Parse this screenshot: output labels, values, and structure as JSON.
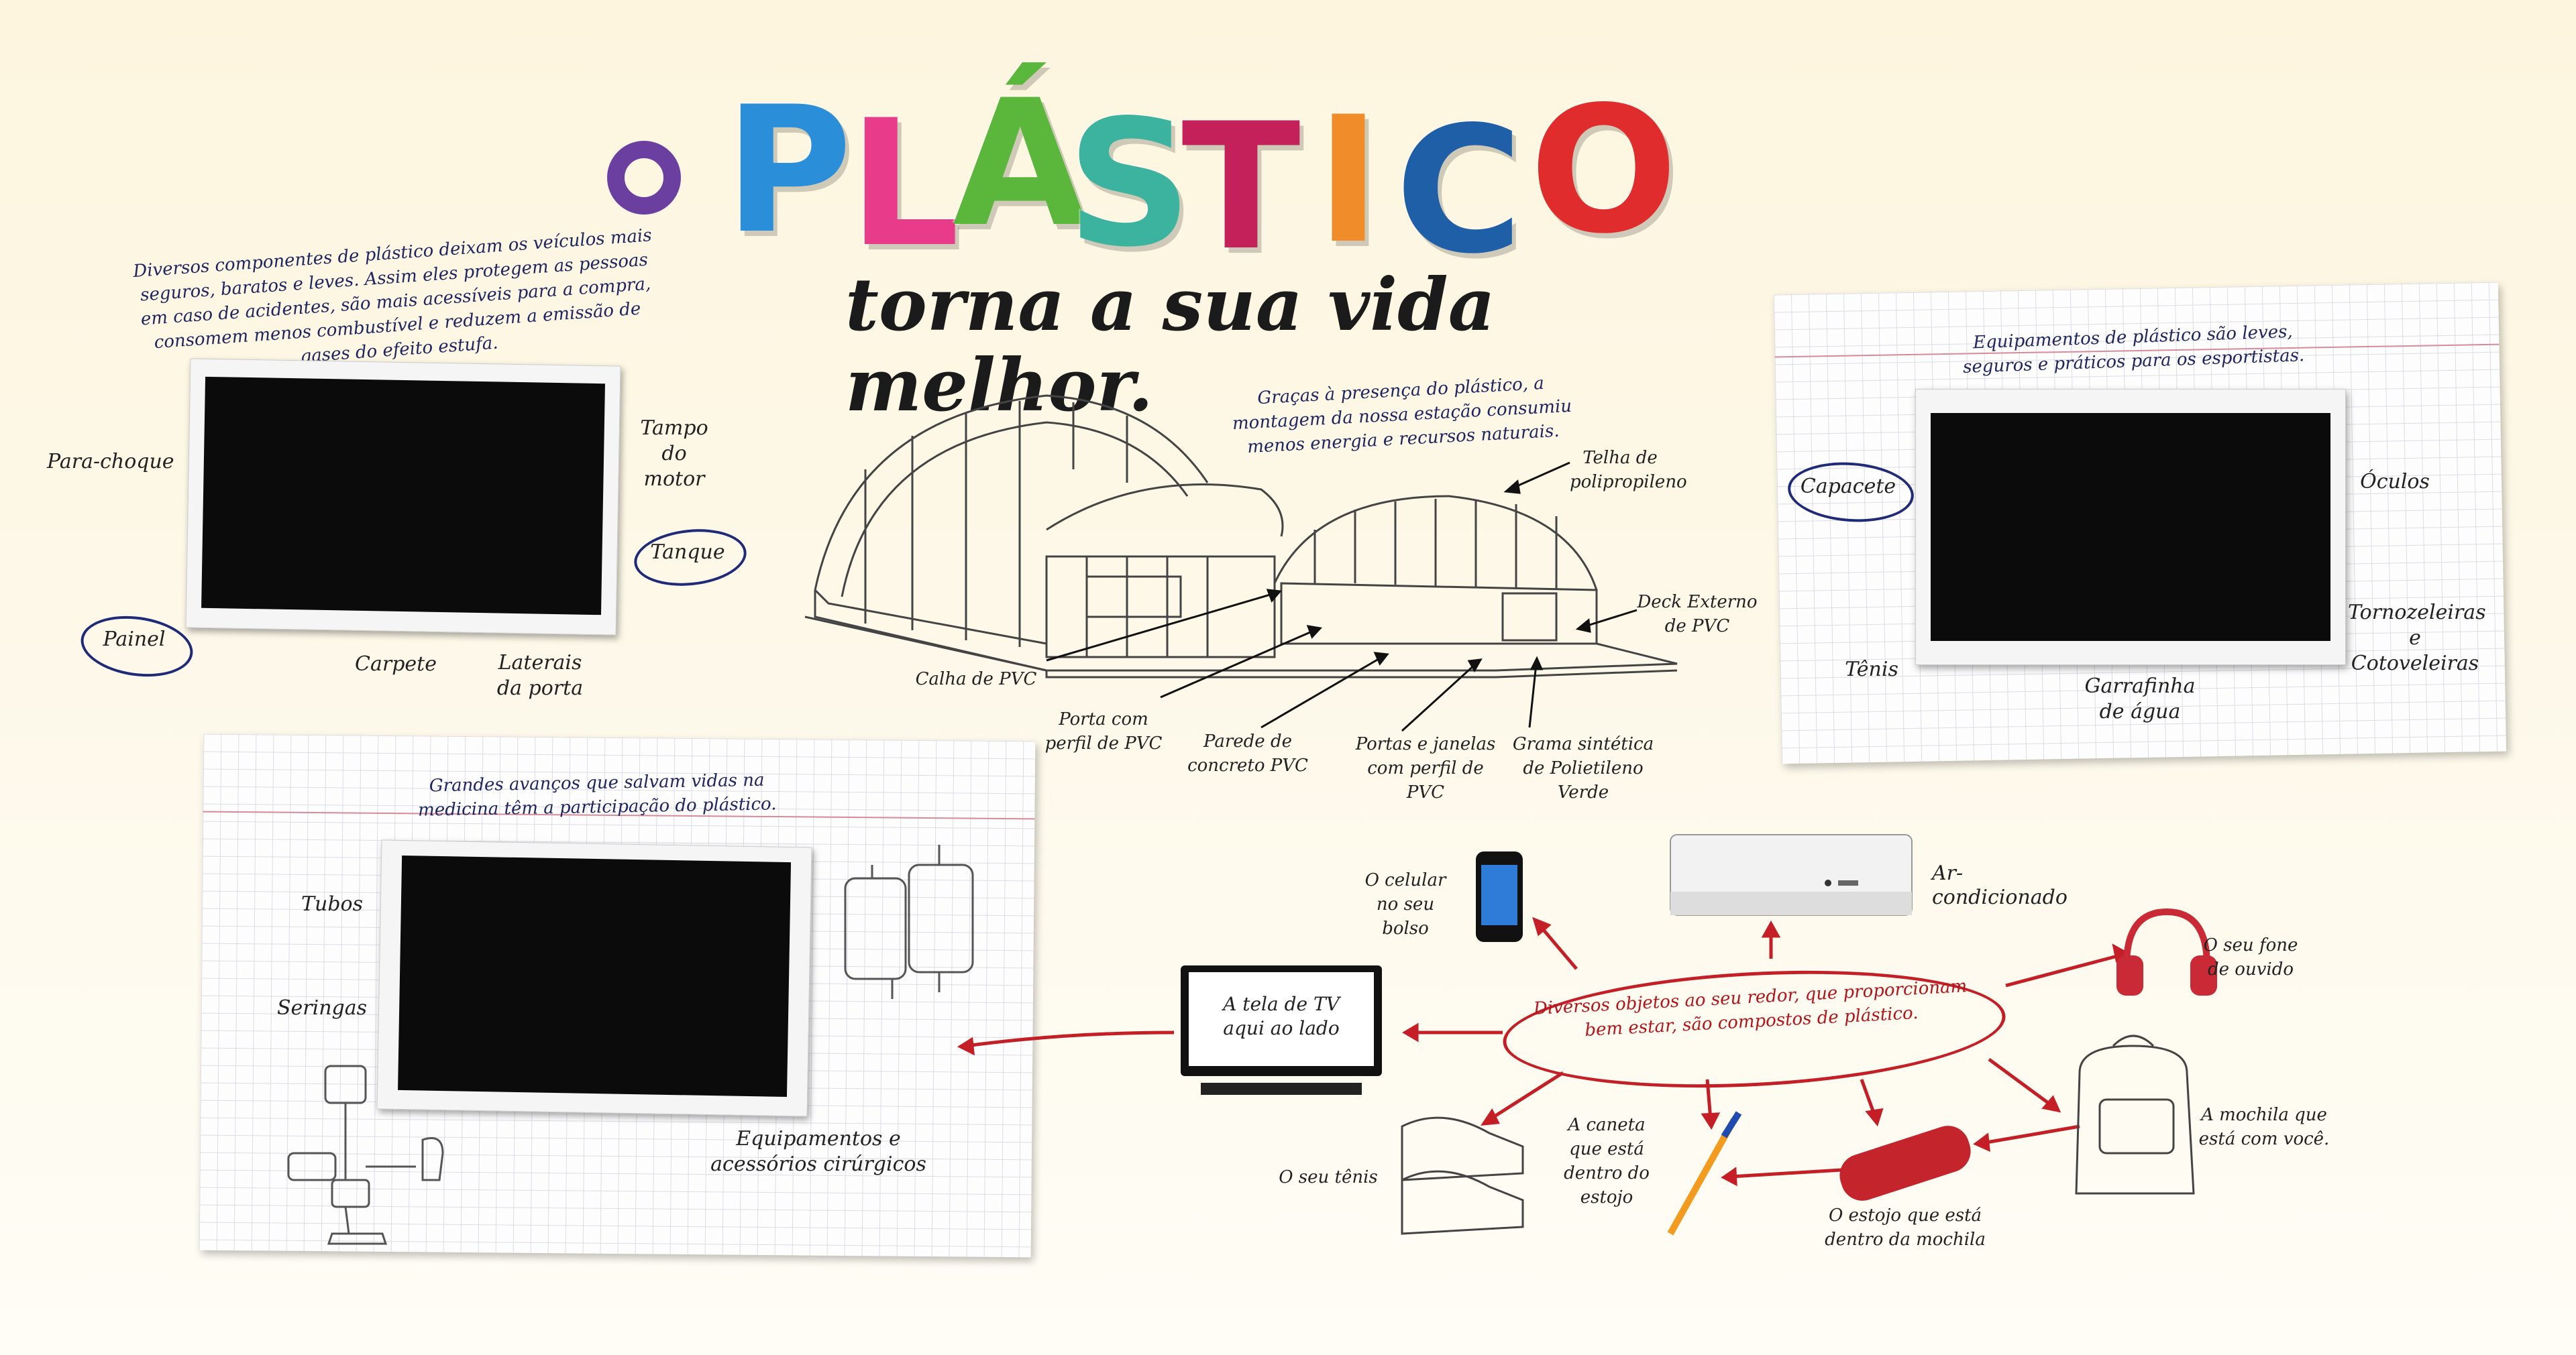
{
  "title": {
    "article": "o",
    "letters": [
      {
        "char": "P",
        "color": "#2a8fd8"
      },
      {
        "char": "L",
        "color": "#e83c8a"
      },
      {
        "char": "Á",
        "color": "#5bb63c"
      },
      {
        "char": "S",
        "color": "#3bb39e"
      },
      {
        "char": "T",
        "color": "#c4205a"
      },
      {
        "char": "I",
        "color": "#f08c2a"
      },
      {
        "char": "C",
        "color": "#1e5fa8"
      },
      {
        "char": "O",
        "color": "#e02c2c"
      }
    ],
    "subtitle": "torna a sua vida melhor."
  },
  "vehicles": {
    "text": "Diversos componentes de plástico deixam os veículos mais seguros, baratos e leves. Assim eles protegem as pessoas em caso de acidentes, são mais acessíveis para a compra, consomem menos combustível e reduzem a emissão de gases do efeito estufa.",
    "labels": {
      "para_choque": "Para-choque",
      "tampo": "Tampo do motor",
      "tanque": "Tanque",
      "painel": "Painel",
      "carpete": "Carpete",
      "laterais": "Laterais da porta"
    }
  },
  "station": {
    "text": "Graças à presença do plástico, a montagem da nossa estação consumiu menos energia e recursos naturais.",
    "labels": {
      "telha": "Telha de polipropileno",
      "deck": "Deck Externo de PVC",
      "calha": "Calha de PVC",
      "porta_perfil": "Porta com perfil de PVC",
      "parede": "Parede de concreto PVC",
      "portas_janelas": "Portas e janelas com perfil de PVC",
      "grama": "Grama sintética de Polietileno Verde"
    }
  },
  "sports": {
    "text": "Equipamentos de plástico são leves, seguros e práticos para os esportistas.",
    "labels": {
      "capacete": "Capacete",
      "oculos": "Óculos",
      "tornozeleiras": "Tornozeleiras e Cotoveleiras",
      "tenis": "Tênis",
      "garrafinha": "Garrafinha de água"
    }
  },
  "medicine": {
    "text": "Grandes avanços que salvam vidas na medicina têm a participação do plástico.",
    "labels": {
      "tubos": "Tubos",
      "seringas": "Seringas",
      "equipamentos": "Equipamentos e acessórios cirúrgicos"
    }
  },
  "objects": {
    "center": "Diversos objetos ao seu redor, que proporcionam bem estar, são compostos de plástico.",
    "celular": "O celular no seu bolso",
    "ar": "Ar-condicionado",
    "fone": "O seu fone de ouvido",
    "tv": "A tela de TV aqui ao lado",
    "mochila": "A mochila que está com você.",
    "tenis": "O seu tênis",
    "caneta": "A caneta que está dentro do estojo",
    "estojo": "O estojo que está dentro da mochila"
  },
  "colors": {
    "ink": "#1f2560",
    "red": "#c41f26",
    "screen": "#0b0b0b"
  }
}
